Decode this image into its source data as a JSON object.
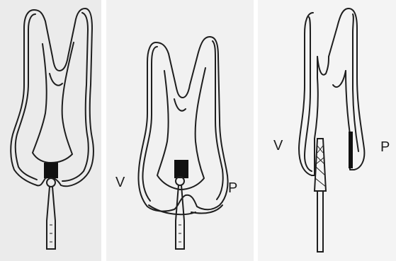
{
  "figure": {
    "panels": [
      {
        "id": "panel-1",
        "labels": {}
      },
      {
        "id": "panel-2",
        "labels": {
          "left": "V",
          "right": "P"
        }
      },
      {
        "id": "panel-3",
        "labels": {
          "left": "V",
          "right": "P"
        }
      }
    ]
  },
  "colors": {
    "ink": "#1e1e1e",
    "fill_dark": "#111111",
    "panel_1_bg": "#ebebeb",
    "panel_2_bg": "#f1f1f1",
    "panel_3_bg": "#f4f4f4"
  }
}
